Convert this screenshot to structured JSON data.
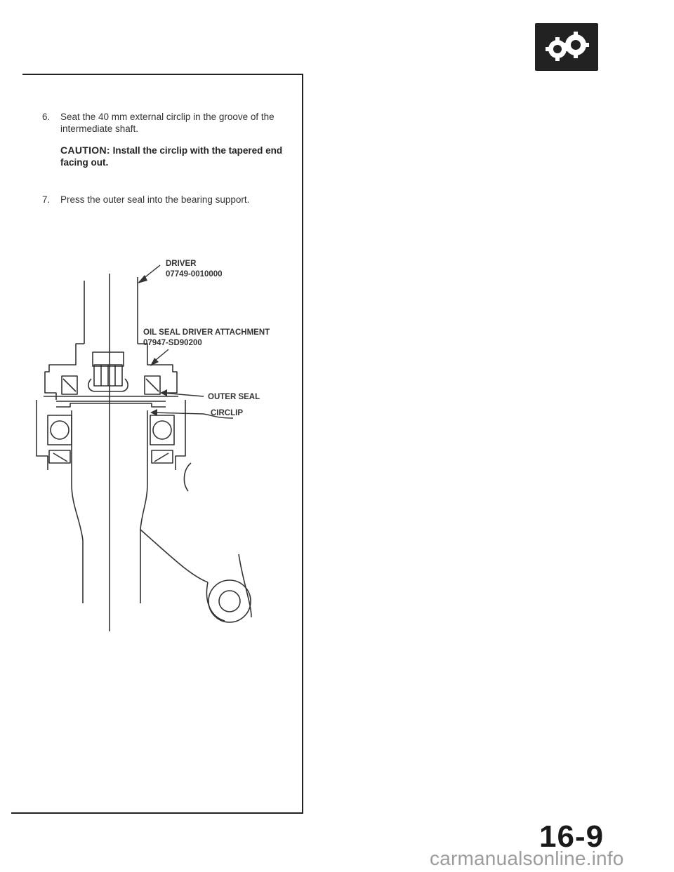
{
  "steps": [
    {
      "number": "6.",
      "text": "Seat the 40 mm external circlip in the groove of the intermediate shaft."
    },
    {
      "number": "7.",
      "text": "Press the outer seal into the bearing support."
    }
  ],
  "caution": {
    "label": "CAUTION:",
    "text": "Install the circlip with the tapered end facing out."
  },
  "diagram": {
    "driver_label": "DRIVER",
    "driver_part": "07749-0010000",
    "attachment_label": "OIL SEAL DRIVER ATTACHMENT",
    "attachment_part": "07947-SD90200",
    "outer_seal_label": "OUTER SEAL",
    "circlip_label": "CIRCLIP"
  },
  "section_icon": "gears-icon",
  "page_number": "16-9",
  "watermark": "carmanualsonline.info"
}
